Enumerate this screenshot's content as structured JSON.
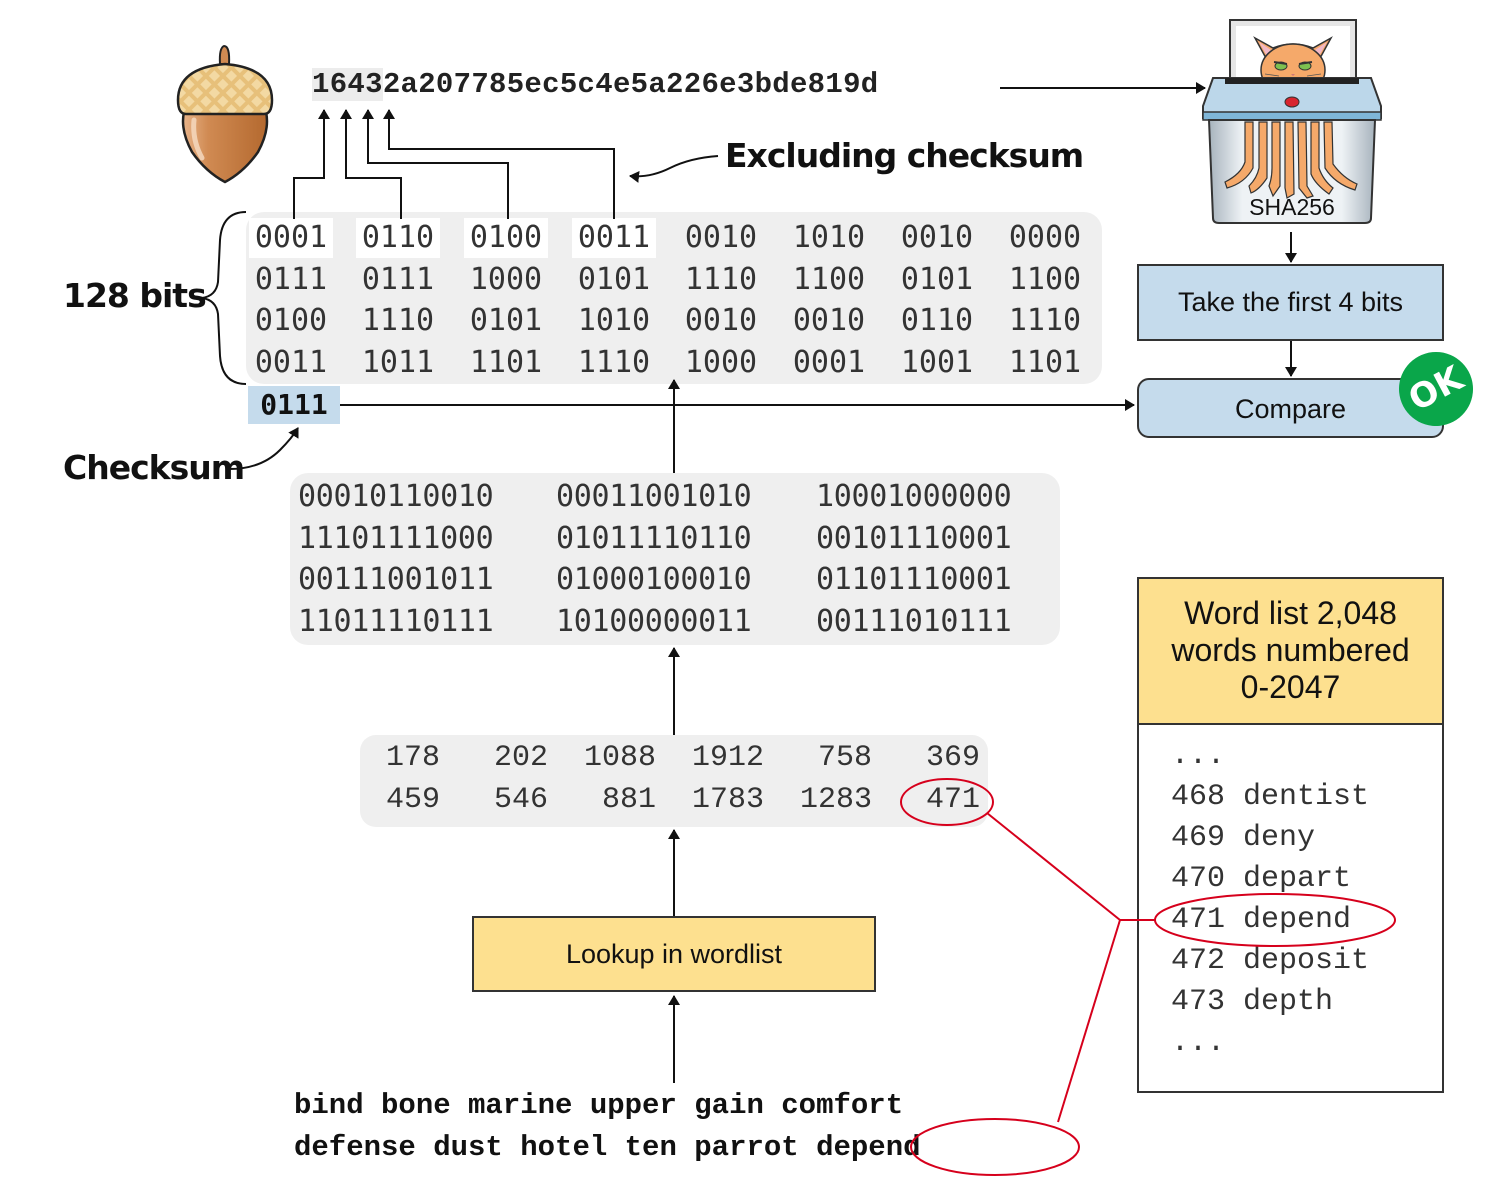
{
  "hex": {
    "highlighted": "1643",
    "rest": "2a207785ec5c4e5a226e3bde819d",
    "full": "16432a207785ec5c4e5a226e3bde819d"
  },
  "labels": {
    "excluding_checksum": "Excluding checksum",
    "bits_128": "128 bits",
    "checksum": "Checksum"
  },
  "entropy_bits": [
    [
      "0001",
      "0110",
      "0100",
      "0011",
      "0010",
      "1010",
      "0010",
      "0000"
    ],
    [
      "0111",
      "0111",
      "1000",
      "0101",
      "1110",
      "1100",
      "0101",
      "1100"
    ],
    [
      "0100",
      "1110",
      "0101",
      "1010",
      "0010",
      "0010",
      "0110",
      "1110"
    ],
    [
      "0011",
      "1011",
      "1101",
      "1110",
      "1000",
      "0001",
      "1001",
      "1101"
    ]
  ],
  "highlighted_groups": 4,
  "checksum_bits": "0111",
  "groups_11bit": [
    [
      "00010110010",
      "00011001010",
      "10001000000"
    ],
    [
      "11101111000",
      "01011110110",
      "00101110001"
    ],
    [
      "00111001011",
      "01000100010",
      "01101110001"
    ],
    [
      "11011110111",
      "10100000011",
      "00111010111"
    ]
  ],
  "word_indices": [
    [
      "178",
      "202",
      "1088",
      "1912",
      "758",
      "369"
    ],
    [
      "459",
      "546",
      "881",
      "1783",
      "1283",
      "471"
    ]
  ],
  "lookup_label": "Lookup in wordlist",
  "mnemonic": {
    "line1": "bind bone marine upper gain comfort",
    "line2_prefix": "defense dust hotel ten parrot",
    "line2_highlight": "depend"
  },
  "sha": {
    "label": "SHA256",
    "take_label": "Take the first 4 bits",
    "compare_label": "Compare",
    "ok_badge": "OK"
  },
  "wordlist": {
    "title": "Word list 2,048 words numbered 0-2047",
    "title_lines": [
      "Word list 2,048",
      "words numbered",
      "0-2047"
    ],
    "entries": [
      {
        "text": "...",
        "highlight": false
      },
      {
        "text": "468 dentist",
        "highlight": false
      },
      {
        "text": "469 deny",
        "highlight": false
      },
      {
        "text": "470 depart",
        "highlight": false
      },
      {
        "text": "471 depend",
        "highlight": true
      },
      {
        "text": "472 deposit",
        "highlight": false
      },
      {
        "text": "473 depth",
        "highlight": false
      },
      {
        "text": "...",
        "highlight": false
      }
    ]
  },
  "colors": {
    "gray_box": "#efefef",
    "blue_box": "#c5dbec",
    "yellow_box": "#fde08f",
    "ok_green": "#0aa64a",
    "highlight_red": "#d6001c",
    "acorn_body": "#c97f45",
    "acorn_cap": "#efca85",
    "cat_orange": "#f5a96a"
  }
}
